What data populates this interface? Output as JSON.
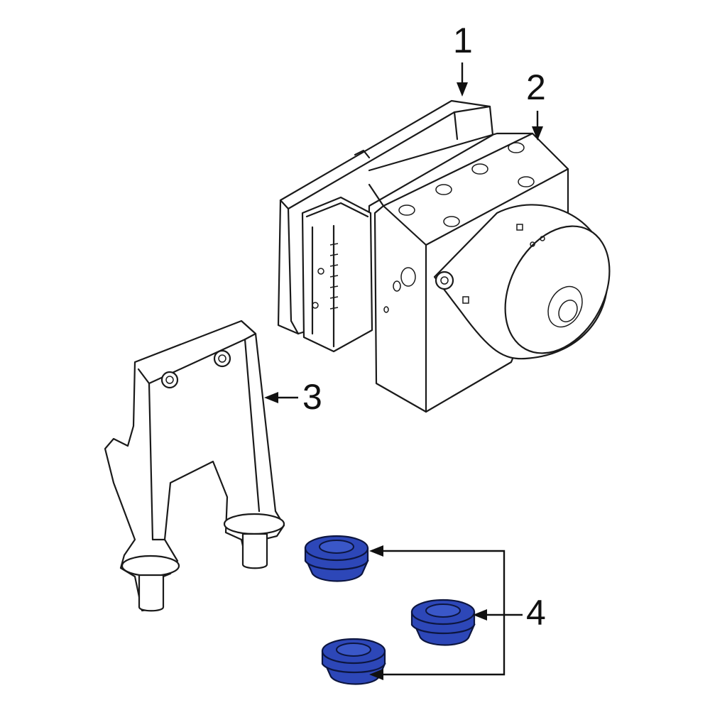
{
  "callouts": {
    "c1": "1",
    "c2": "2",
    "c3": "3",
    "c4": "4"
  },
  "colors": {
    "part_highlight": "#2d47b8",
    "line": "#1a1a1a",
    "background": "#ffffff"
  }
}
